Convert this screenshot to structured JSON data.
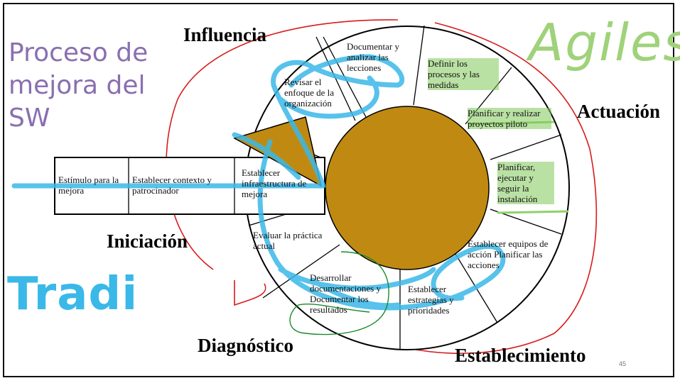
{
  "slide": {
    "title": "Proceso de mejora del SW",
    "page_number": "45"
  },
  "phases": {
    "influencia": "Influencia",
    "actuacion": "Actuación",
    "iniciacion": "Iniciación",
    "diagnostico": "Diagnóstico",
    "establecimiento": "Establecimiento"
  },
  "segments": {
    "documentar": "Documentar y analizar las lecciones",
    "revisar": "Revisar el enfoque de la organización",
    "definir": "Definir los procesos y las medidas",
    "planificar_realizar": "Planificar y realizar proyectos piloto",
    "planificar_ejecutar": "Planificar, ejecutar y seguir la instalación",
    "establecer_equipos": "Establecer equipos de acción Planificar las acciones",
    "establecer_estrategias": "Establecer estrategias y prioridades",
    "desarrollar": "Desarrollar documentaciones y Documentar los resultados",
    "evaluar": "Evaluar la práctica actual",
    "establecer_infra": "Establecer infraestructura de mejora",
    "estimulo": "Estímulo para la mejora",
    "contexto": "Establecer contexto y patrocinador"
  },
  "annotations": {
    "agiles": "Agiles",
    "tradi": "Tradi"
  },
  "colors": {
    "title": "#8a6fb0",
    "center_circle": "#c08a12",
    "cyan_ink": "#3ab8e8",
    "green_ink": "#7cc24a",
    "red_ink": "#d81b1b",
    "dark_green_ink": "#1a8a2a"
  }
}
